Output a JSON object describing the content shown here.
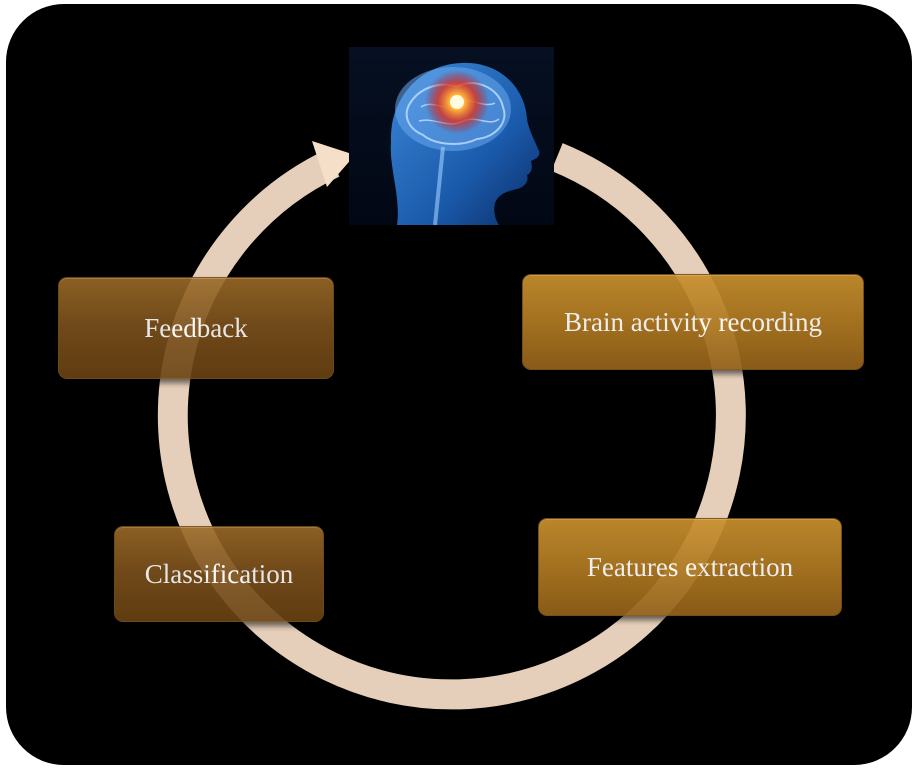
{
  "diagram": {
    "title": "",
    "stages": {
      "brain_image": "brain-head-image",
      "recording": "Brain activity recording",
      "extraction": "Features extraction",
      "classification": "Classification",
      "feedback": "Feedback"
    },
    "colors": {
      "panel": "#000000",
      "cycle_arrow": "#f6dfc8",
      "stage_box": "#9a6a28",
      "stage_text": "#ffffff"
    }
  }
}
